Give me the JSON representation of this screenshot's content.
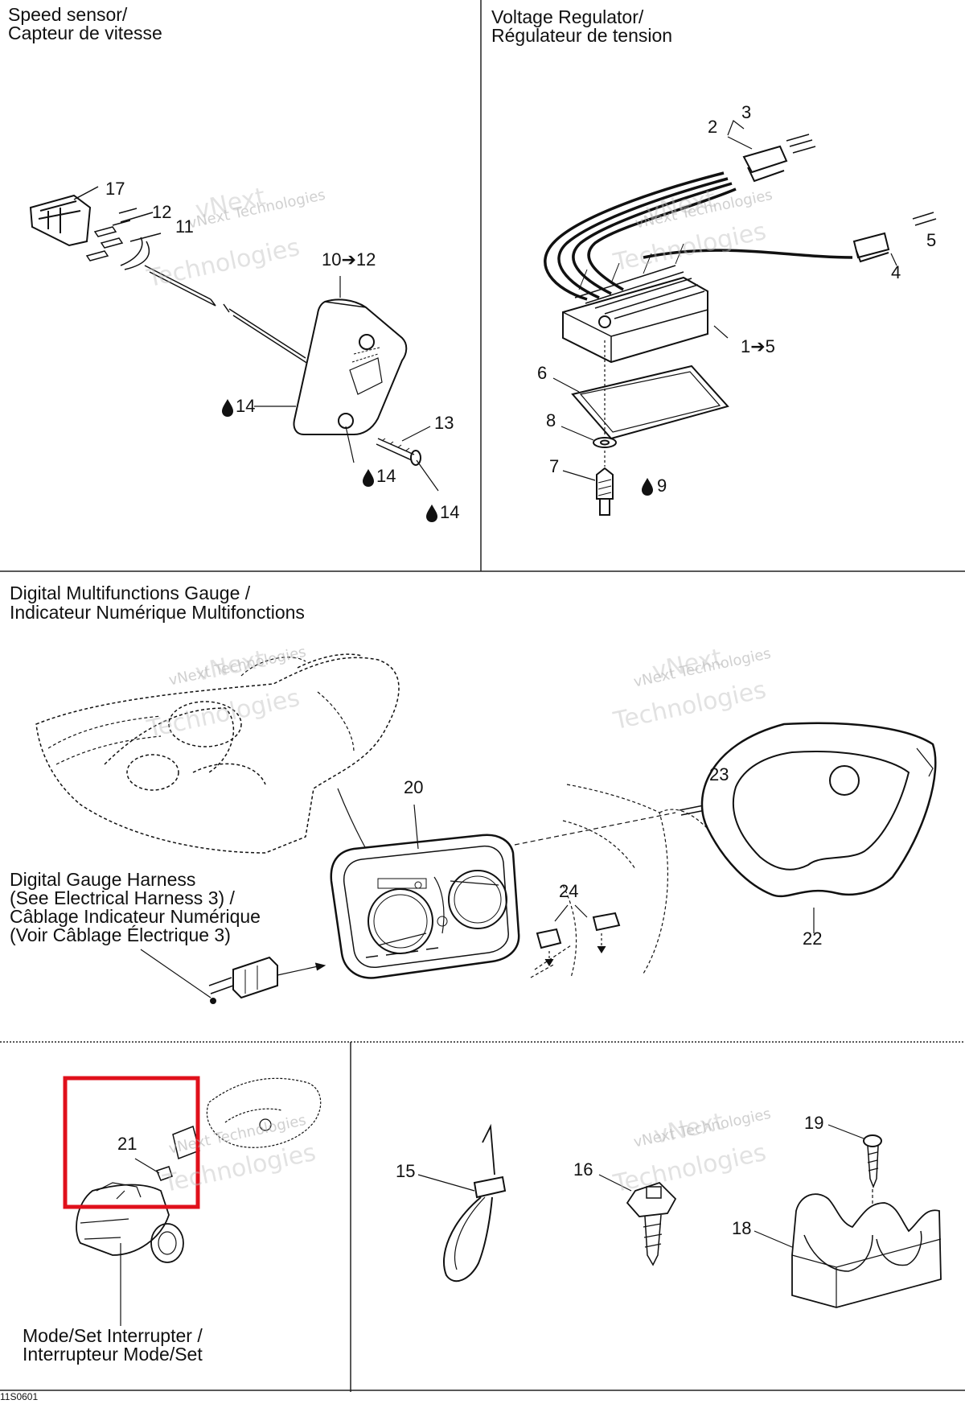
{
  "sections": {
    "speed_sensor": {
      "title_en": "Speed sensor/",
      "title_fr": "Capteur de vitesse"
    },
    "voltage_regulator": {
      "title_en": "Voltage Regulator/",
      "title_fr": "Régulateur de tension"
    },
    "gauge": {
      "title_en": "Digital Multifunctions Gauge /",
      "title_fr": "Indicateur Numérique Multifonctions"
    },
    "harness": {
      "line1": "Digital Gauge Harness",
      "line2": "(See Electrical Harness 3) /",
      "line3": "Câblage Indicateur Numérique",
      "line4": "(Voir Câblage Électrique 3)"
    },
    "mode_set": {
      "line1": "Mode/Set Interrupter /",
      "line2": "Interrupteur Mode/Set"
    }
  },
  "callouts": {
    "n17": "17",
    "n12": "12",
    "n11": "11",
    "n10_12": "10➔12",
    "n14a": "14",
    "n14b": "14",
    "n14c": "14",
    "n13": "13",
    "n3": "3",
    "n2": "2",
    "n5": "5",
    "n4": "4",
    "n1_5": "1➔5",
    "n6": "6",
    "n8": "8",
    "n7": "7",
    "n9": "9",
    "n20": "20",
    "n23": "23",
    "n24": "24",
    "n22": "22",
    "n21": "21",
    "n15": "15",
    "n16": "16",
    "n19": "19",
    "n18": "18"
  },
  "watermark": {
    "line1": "vNext Technologies",
    "line2": "Technologies",
    "line3": "vNext"
  },
  "footer_code": "11S0601",
  "icons": {
    "drop": "sealant-drop-icon",
    "arrow": "range-arrow-icon"
  },
  "colors": {
    "highlight": "#e0101b",
    "line": "#111111",
    "watermark": "#aaaaaa"
  }
}
